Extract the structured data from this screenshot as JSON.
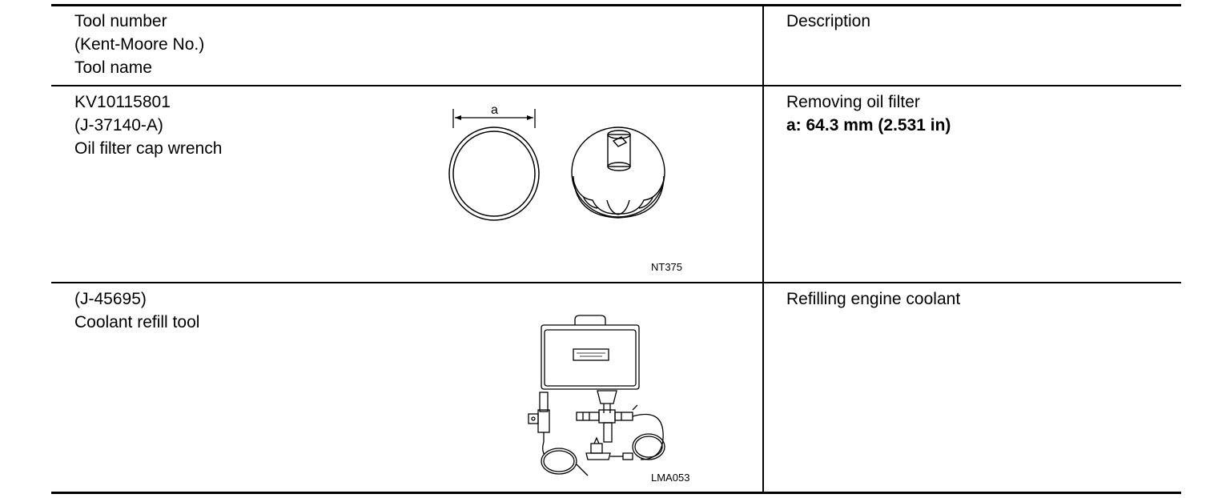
{
  "table": {
    "header": {
      "tool_lines": [
        "Tool number",
        "(Kent-Moore No.)",
        "Tool name"
      ],
      "description": "Description"
    },
    "rows": [
      {
        "tool_number": "KV10115801",
        "kent_moore": "(J-37140-A)",
        "tool_name": "Oil filter cap wrench",
        "description": "Removing oil filter",
        "spec": "a: 64.3 mm (2.531 in)",
        "figure_label": "a",
        "figure_code": "NT375"
      },
      {
        "kent_moore": "(J-45695)",
        "tool_name": "Coolant refill tool",
        "description": "Refilling engine coolant",
        "figure_code": "LMA053"
      }
    ]
  }
}
